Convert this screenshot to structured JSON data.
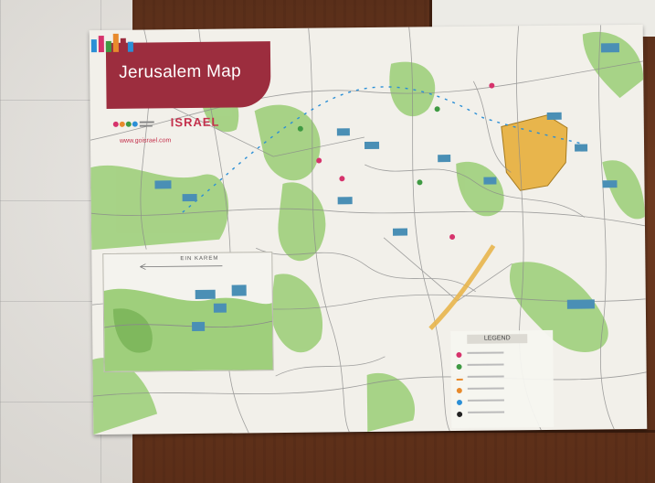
{
  "map": {
    "title": "Jerusalem Map",
    "logo_right": "ISRAEL",
    "site": "www.goisrael.com",
    "inset_label": "EIN KAREM",
    "legend_title": "LEGEND"
  },
  "colors": {
    "title_box": "#9c2d3e",
    "park_green": "#8cc26a",
    "old_city": "#e8b54c",
    "light_rail": "#2b8fd6",
    "road": "#8a8a8a"
  },
  "legend": {
    "rows": [
      {
        "kind": "dot",
        "color": "#d6336c"
      },
      {
        "kind": "dot",
        "color": "#3f9a43"
      },
      {
        "kind": "line",
        "color": "#e88a2c"
      },
      {
        "kind": "dot",
        "color": "#e88a2c"
      },
      {
        "kind": "dot",
        "color": "#2b8fd6"
      },
      {
        "kind": "dot",
        "color": "#222222"
      }
    ]
  }
}
